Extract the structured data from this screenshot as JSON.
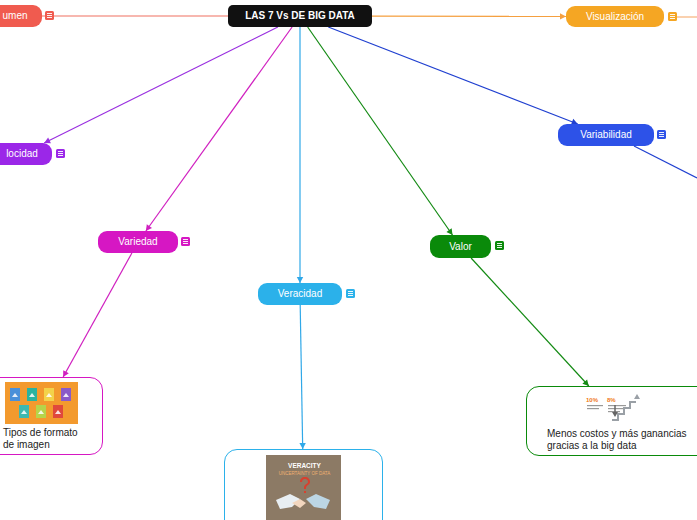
{
  "diagram": {
    "nodes": [
      {
        "text": [
          "umen"
        ]
      },
      {
        "text": [
          "LAS 7 Vs DE BIG DATA"
        ]
      },
      {
        "text": [
          "Visualización"
        ]
      },
      {
        "text": [
          "Variabilidad"
        ]
      },
      {
        "text": [
          "locidad"
        ]
      },
      {
        "text": [
          "Variedad"
        ]
      },
      {
        "text": [
          "Valor"
        ]
      },
      {
        "text": [
          "Veracidad"
        ]
      },
      {
        "text": [
          "Tipos de formato de imagen"
        ]
      },
      {
        "text": [
          "Menos costos y más ganancias gracias a la big data"
        ]
      },
      {
        "text": [
          "VERACITY",
          "UNCERTAINTY OF DATA"
        ]
      }
    ],
    "edges": [
      {
        "from": 1,
        "to": 0,
        "arrow": "none"
      },
      {
        "from": 1,
        "to": 2,
        "arrow": "to"
      },
      {
        "from": 1,
        "to": 4,
        "arrow": "to"
      },
      {
        "from": 1,
        "to": 5,
        "arrow": "to"
      },
      {
        "from": 1,
        "to": 7,
        "arrow": "to"
      },
      {
        "from": 1,
        "to": 6,
        "arrow": "to"
      },
      {
        "from": 1,
        "to": 3,
        "arrow": "to"
      },
      {
        "from": 5,
        "to": 8,
        "arrow": "to"
      },
      {
        "from": 7,
        "to": 10,
        "arrow": "to"
      },
      {
        "from": 6,
        "to": 9,
        "arrow": "to"
      }
    ],
    "labels": [
      "10%",
      "8%"
    ]
  }
}
